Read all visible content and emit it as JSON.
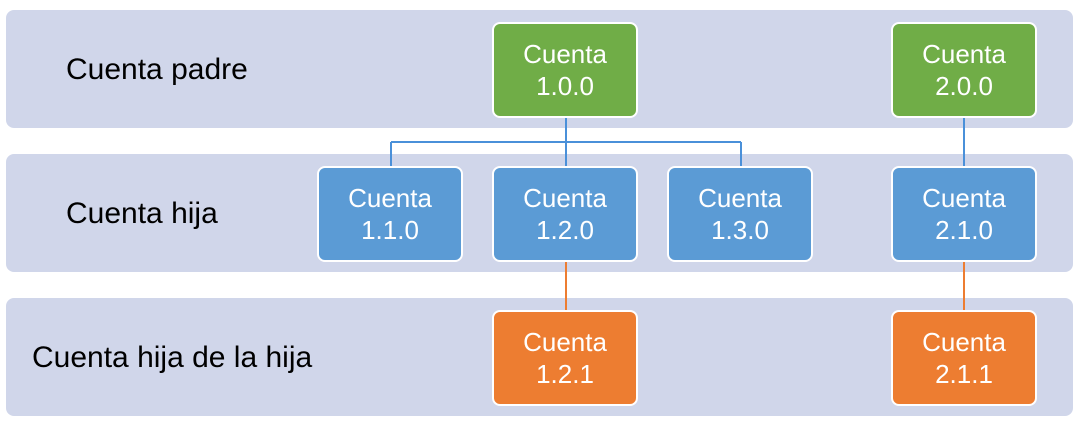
{
  "levels": [
    {
      "label": "Cuenta padre"
    },
    {
      "label": "Cuenta hija"
    },
    {
      "label": "Cuenta hija de la hija"
    }
  ],
  "nodes": {
    "n100": {
      "word": "Cuenta",
      "code": "1.0.0"
    },
    "n200": {
      "word": "Cuenta",
      "code": "2.0.0"
    },
    "n110": {
      "word": "Cuenta",
      "code": "1.1.0"
    },
    "n120": {
      "word": "Cuenta",
      "code": "1.2.0"
    },
    "n130": {
      "word": "Cuenta",
      "code": "1.3.0"
    },
    "n210": {
      "word": "Cuenta",
      "code": "2.1.0"
    },
    "n121": {
      "word": "Cuenta",
      "code": "1.2.1"
    },
    "n211": {
      "word": "Cuenta",
      "code": "2.1.1"
    }
  },
  "colors": {
    "band": "#d0d6ea",
    "parent": "#70ad47",
    "child": "#5b9bd5",
    "grandchild": "#ed7d31",
    "connector_blue": "#4a90d9",
    "connector_orange": "#ed7d31"
  }
}
